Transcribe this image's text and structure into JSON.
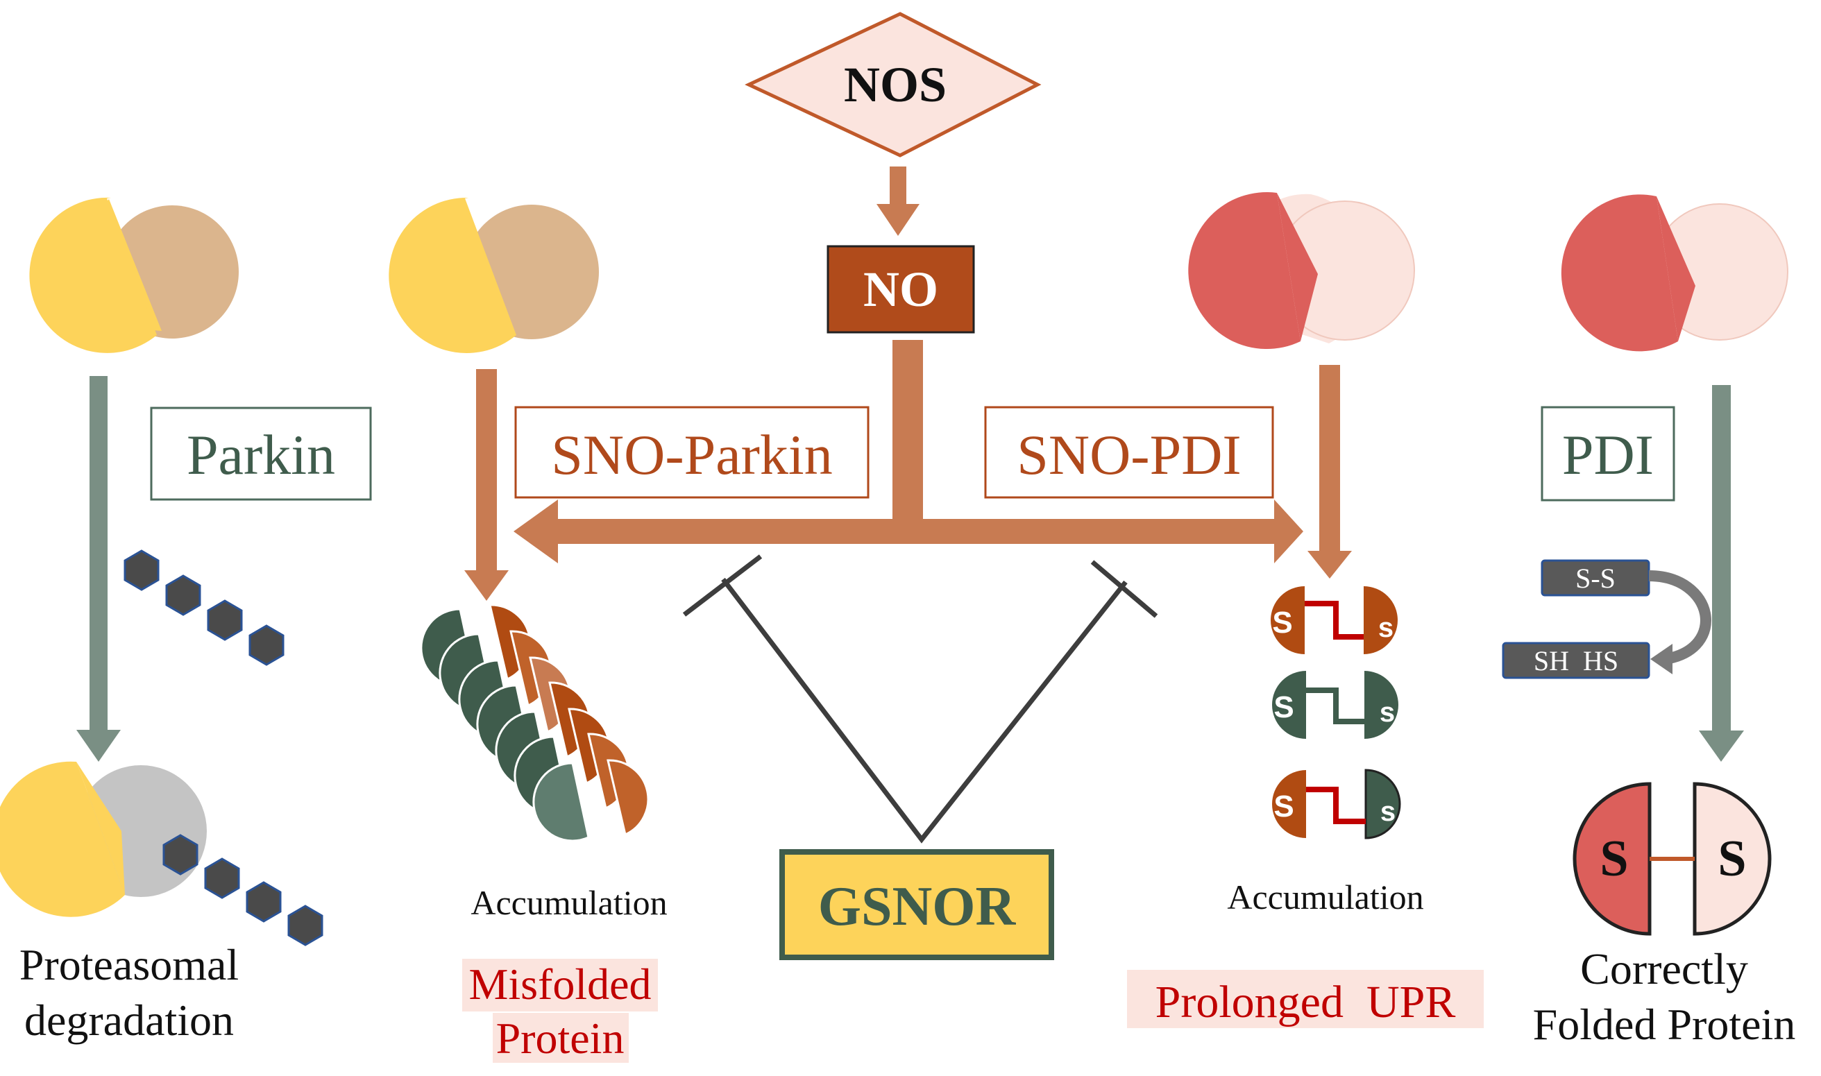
{
  "nodes": {
    "nos": "NOS",
    "no": "NO",
    "parkin": "Parkin",
    "sno_parkin": "SNO-Parkin",
    "sno_pdi": "SNO-PDI",
    "pdi": "PDI",
    "gsnor": "GSNOR"
  },
  "labels": {
    "proteasomal_1": "Proteasomal",
    "proteasomal_2": "degradation",
    "accumulation_left": "Accumulation",
    "misfolded_1": "Misfolded",
    "misfolded_2": "Protein",
    "accumulation_right": "Accumulation",
    "prolonged_upr": "Prolonged  UPR",
    "correctly_1": "Correctly",
    "correctly_2": "Folded Protein"
  },
  "pdi_cycle": {
    "ss": "S-S",
    "sh_hs": "SH  HS"
  },
  "sulfur": {
    "s": "S",
    "s_small": "s"
  },
  "colors": {
    "arrow_orange": "#c87b52",
    "gray_green": "#7a8f84",
    "dark_green": "#3f5c4c",
    "rust": "#b04b12",
    "yellow": "#fdd35a",
    "tan": "#dbb58d",
    "red_pink": "#dc5f5b",
    "light_pink": "#fbe4de",
    "inhibit": "#3d3d3d",
    "ubiquitin": "#4a4a4a"
  }
}
